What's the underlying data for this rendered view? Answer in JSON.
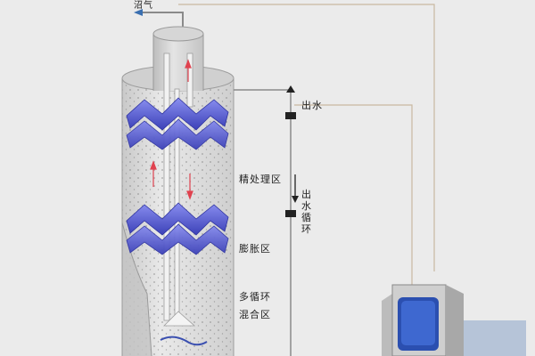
{
  "labels": {
    "biogas": "沼气",
    "water_out": "出水",
    "refining_zone": "精处理区",
    "water_recirculation": "出水循环",
    "expansion_zone": "膨胀区",
    "mixing_zone_line1": "多循环",
    "mixing_zone_line2": "混合区"
  },
  "colors": {
    "background": "#ebebeb",
    "tank_fill": "#d9d9d9",
    "separator_blue": "#5a5fd6",
    "pipe": "#999999",
    "arrow_red": "#e0424f",
    "monitor_screen": "#2b4fb0"
  }
}
